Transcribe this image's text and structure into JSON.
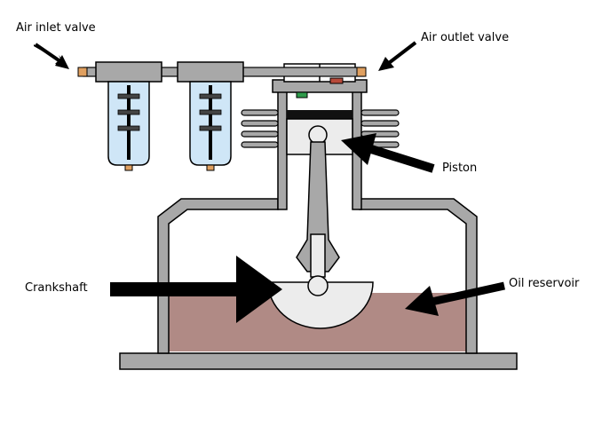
{
  "diagram": {
    "labels": {
      "air_inlet": "Air inlet valve",
      "air_outlet": "Air outlet valve",
      "piston": "Piston",
      "crankshaft": "Crankshaft",
      "oil_reservoir": "Oil reservoir"
    },
    "colors": {
      "frame": "#a8a8a8",
      "frame_outline": "#000000",
      "oil": "#b08a85",
      "filter_liquid": "#cfe6f7",
      "valve_fitting": "#e0a060",
      "valve_green": "#2e9a4a",
      "valve_red": "#b84a3a",
      "arrow": "#000000",
      "piston": "#ececec"
    }
  }
}
